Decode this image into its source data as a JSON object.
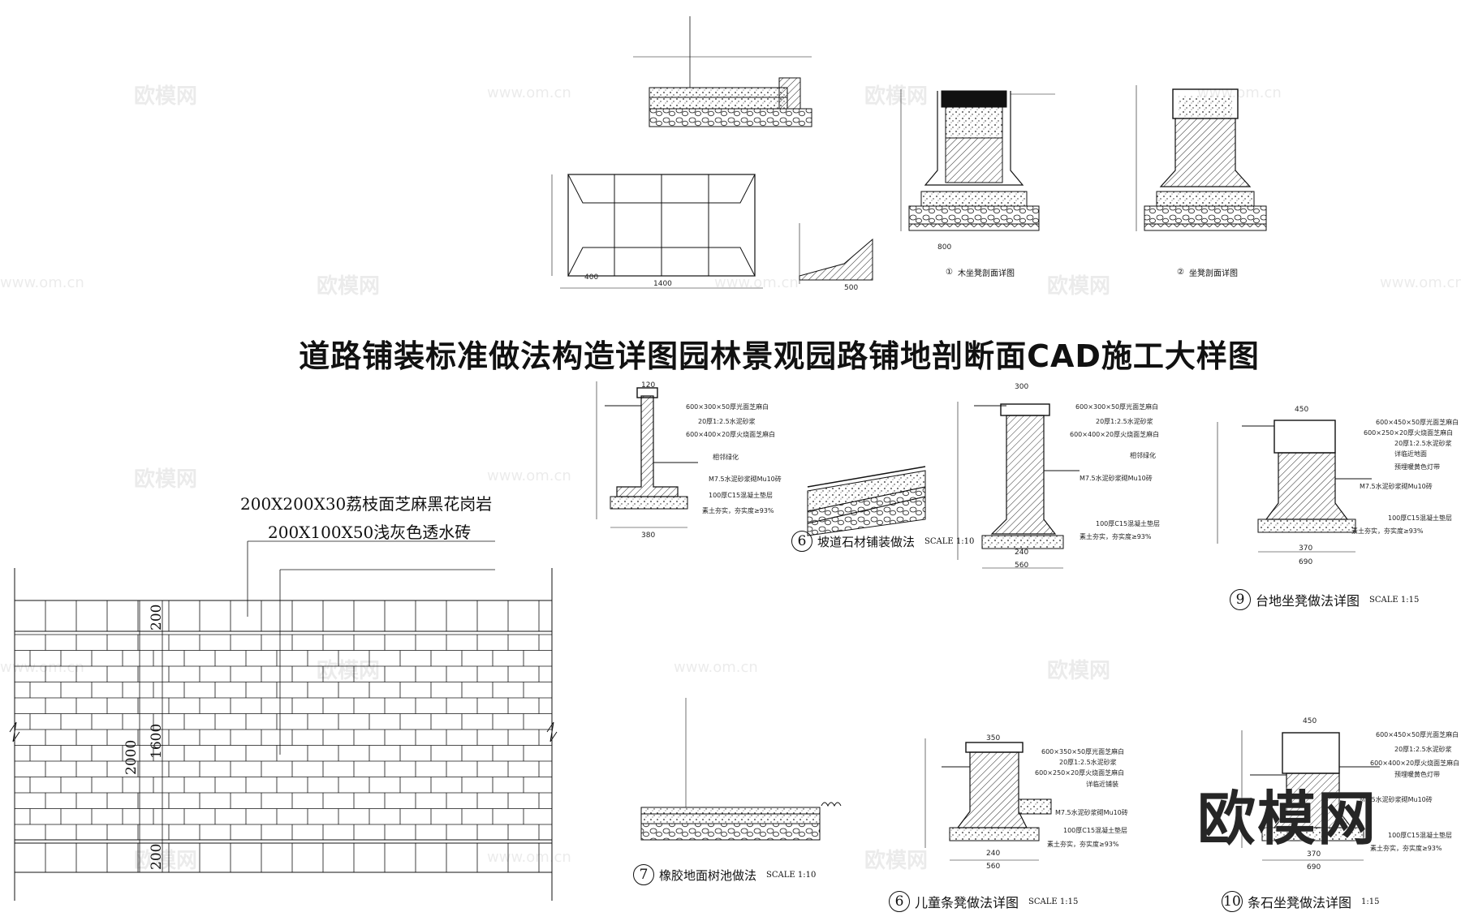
{
  "title": "道路铺装标准做法构造详图园林景观园路铺地剖断面CAD施工大样图",
  "materials": {
    "granite": "200X200X30荔枝面芝麻黑花岗岩",
    "brick": "200X100X50浅灰色透水砖"
  },
  "paving_dims": {
    "total": "2000",
    "middle": "1600",
    "border_top": "200",
    "border_bottom": "200"
  },
  "captions": {
    "c1": {
      "num": "①",
      "text": "木坐凳剖面详图"
    },
    "c2": {
      "num": "②",
      "text": "坐凳剖面详图"
    },
    "c6a": {
      "num": "6",
      "text": "坡道石材铺装做法",
      "scale": "SCALE 1:10"
    },
    "c7": {
      "num": "7",
      "text": "橡胶地面树池做法",
      "scale": "SCALE 1:10"
    },
    "c6b": {
      "num": "6",
      "text": "儿童条凳做法详图",
      "scale": "SCALE 1:15"
    },
    "c9": {
      "num": "9",
      "text": "台地坐凳做法详图",
      "scale": "SCALE 1:15"
    },
    "c10": {
      "num": "10",
      "text": "条石坐凳做法详图",
      "scale": "1:15"
    }
  },
  "notes_bench_a": [
    "600×300×50厚光面芝麻白",
    "20厚1:2.5水泥砂浆",
    "600×400×20厚火烧面芝麻白",
    "相邻绿化",
    "M7.5水泥砂浆砌Mu10砖",
    "100厚C15混凝土垫层",
    "素土夯实，夯实度≥93%"
  ],
  "notes_bench_b": [
    "600×300×50厚光面芝麻白",
    "20厚1:2.5水泥砂浆",
    "600×400×20厚火烧面芝麻白",
    "相邻绿化",
    "M7.5水泥砂浆砌Mu10砖",
    "100厚C15混凝土垫层",
    "素土夯实，夯实度≥93%"
  ],
  "notes_bench_9": [
    "600×450×50厚光面芝麻白",
    "600×250×20厚火烧面芝麻白",
    "20厚1:2.5水泥砂浆",
    "详临近地面",
    "预埋暖黄色灯带",
    "M7.5水泥砂浆砌Mu10砖",
    "100厚C15混凝土垫层",
    "素土夯实，夯实度≥93%"
  ],
  "notes_bench_6b": [
    "600×350×50厚光面芝麻白",
    "20厚1:2.5水泥砂浆",
    "600×250×20厚火烧面芝麻白",
    "详临近铺装",
    "M7.5水泥砂浆砌Mu10砖",
    "100厚C15混凝土垫层",
    "素土夯实，夯实度≥93%"
  ],
  "notes_bench_10": [
    "600×450×50厚光面芝麻白",
    "20厚1:2.5水泥砂浆",
    "600×400×20厚火烧面芝麻白",
    "预埋暖黄色灯带",
    "M7.5水泥砂浆砌Mu10砖",
    "100厚C15混凝土垫层",
    "素土夯实，夯实度≥93%"
  ],
  "dims_small": {
    "d120": "120",
    "d380": "380",
    "d300": "300",
    "d560": "560",
    "d240": "240",
    "d450": "450",
    "d690": "690",
    "d370": "370",
    "d350": "350",
    "d400": "400",
    "d1400": "1400",
    "d800": "800",
    "d500": "500"
  },
  "watermark": {
    "brand": "欧模网",
    "url": "www.om.cn"
  },
  "colors": {
    "line": "#111111",
    "hatch": "#333333",
    "watermark": "#000000"
  }
}
